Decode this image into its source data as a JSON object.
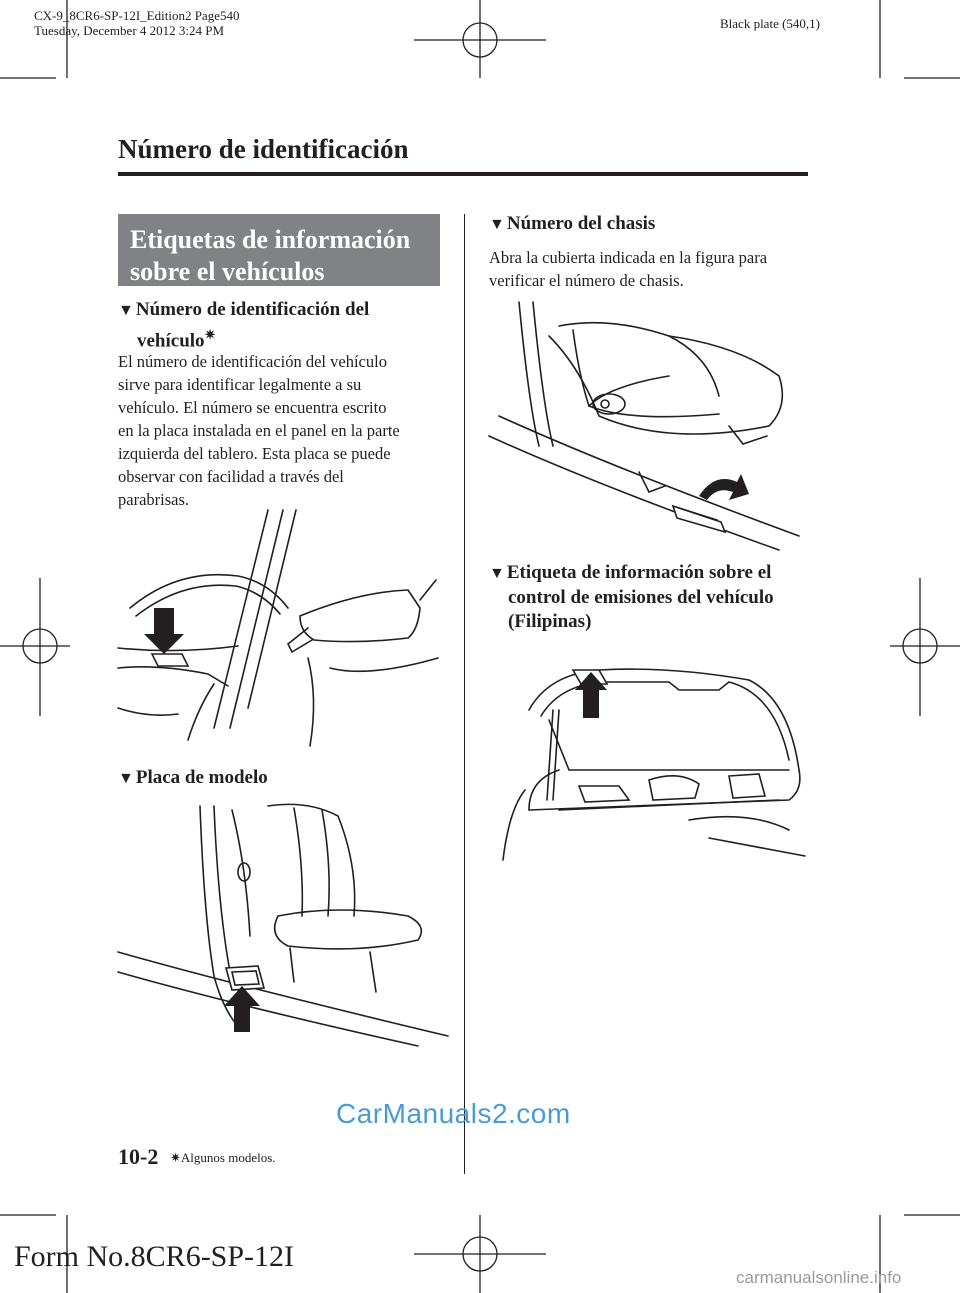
{
  "print_info": {
    "job": "CX-9_8CR6-SP-12I_Edition2 Page540",
    "date": "Tuesday, December 4 2012 3:24 PM",
    "plate": "Black plate (540,1)"
  },
  "chapter_title": "Número de identificación",
  "section_title_line1": "Etiquetas de información",
  "section_title_line2": "sobre el vehículos",
  "subsections": {
    "vin": {
      "marker": "▼",
      "title_line1": "Número de identificación del",
      "title_line2": "vehículo",
      "asterisk": "✷",
      "body": [
        "El número de identificación del vehículo",
        "sirve para identificar legalmente a su",
        "vehículo. El número se encuentra escrito",
        "en la placa instalada en el panel en la parte",
        "izquierda del tablero. Esta placa se puede",
        "observar con facilidad a través del",
        "parabrisas."
      ]
    },
    "model_plate": {
      "marker": "▼",
      "title": "Placa de modelo"
    },
    "chassis": {
      "marker": "▼",
      "title": "Número del chasis",
      "body": [
        "Abra la cubierta indicada en la figura para",
        "verificar el número de chasis."
      ]
    },
    "emissions": {
      "marker": "▼",
      "title_line1": "Etiqueta de información sobre el",
      "title_line2": "control de emisiones del vehículo",
      "title_line3": "(Filipinas)"
    }
  },
  "footer": {
    "page_number": "10-2",
    "asterisk": "✷",
    "note": "Algunos modelos.",
    "form_number": "Form No.8CR6-SP-12I",
    "watermark": "CarManuals2.com",
    "watermark_site": "carmanualsonline.info"
  },
  "colors": {
    "section_box": "#808285",
    "text": "#231f20",
    "watermark": "#4a9ad6"
  }
}
